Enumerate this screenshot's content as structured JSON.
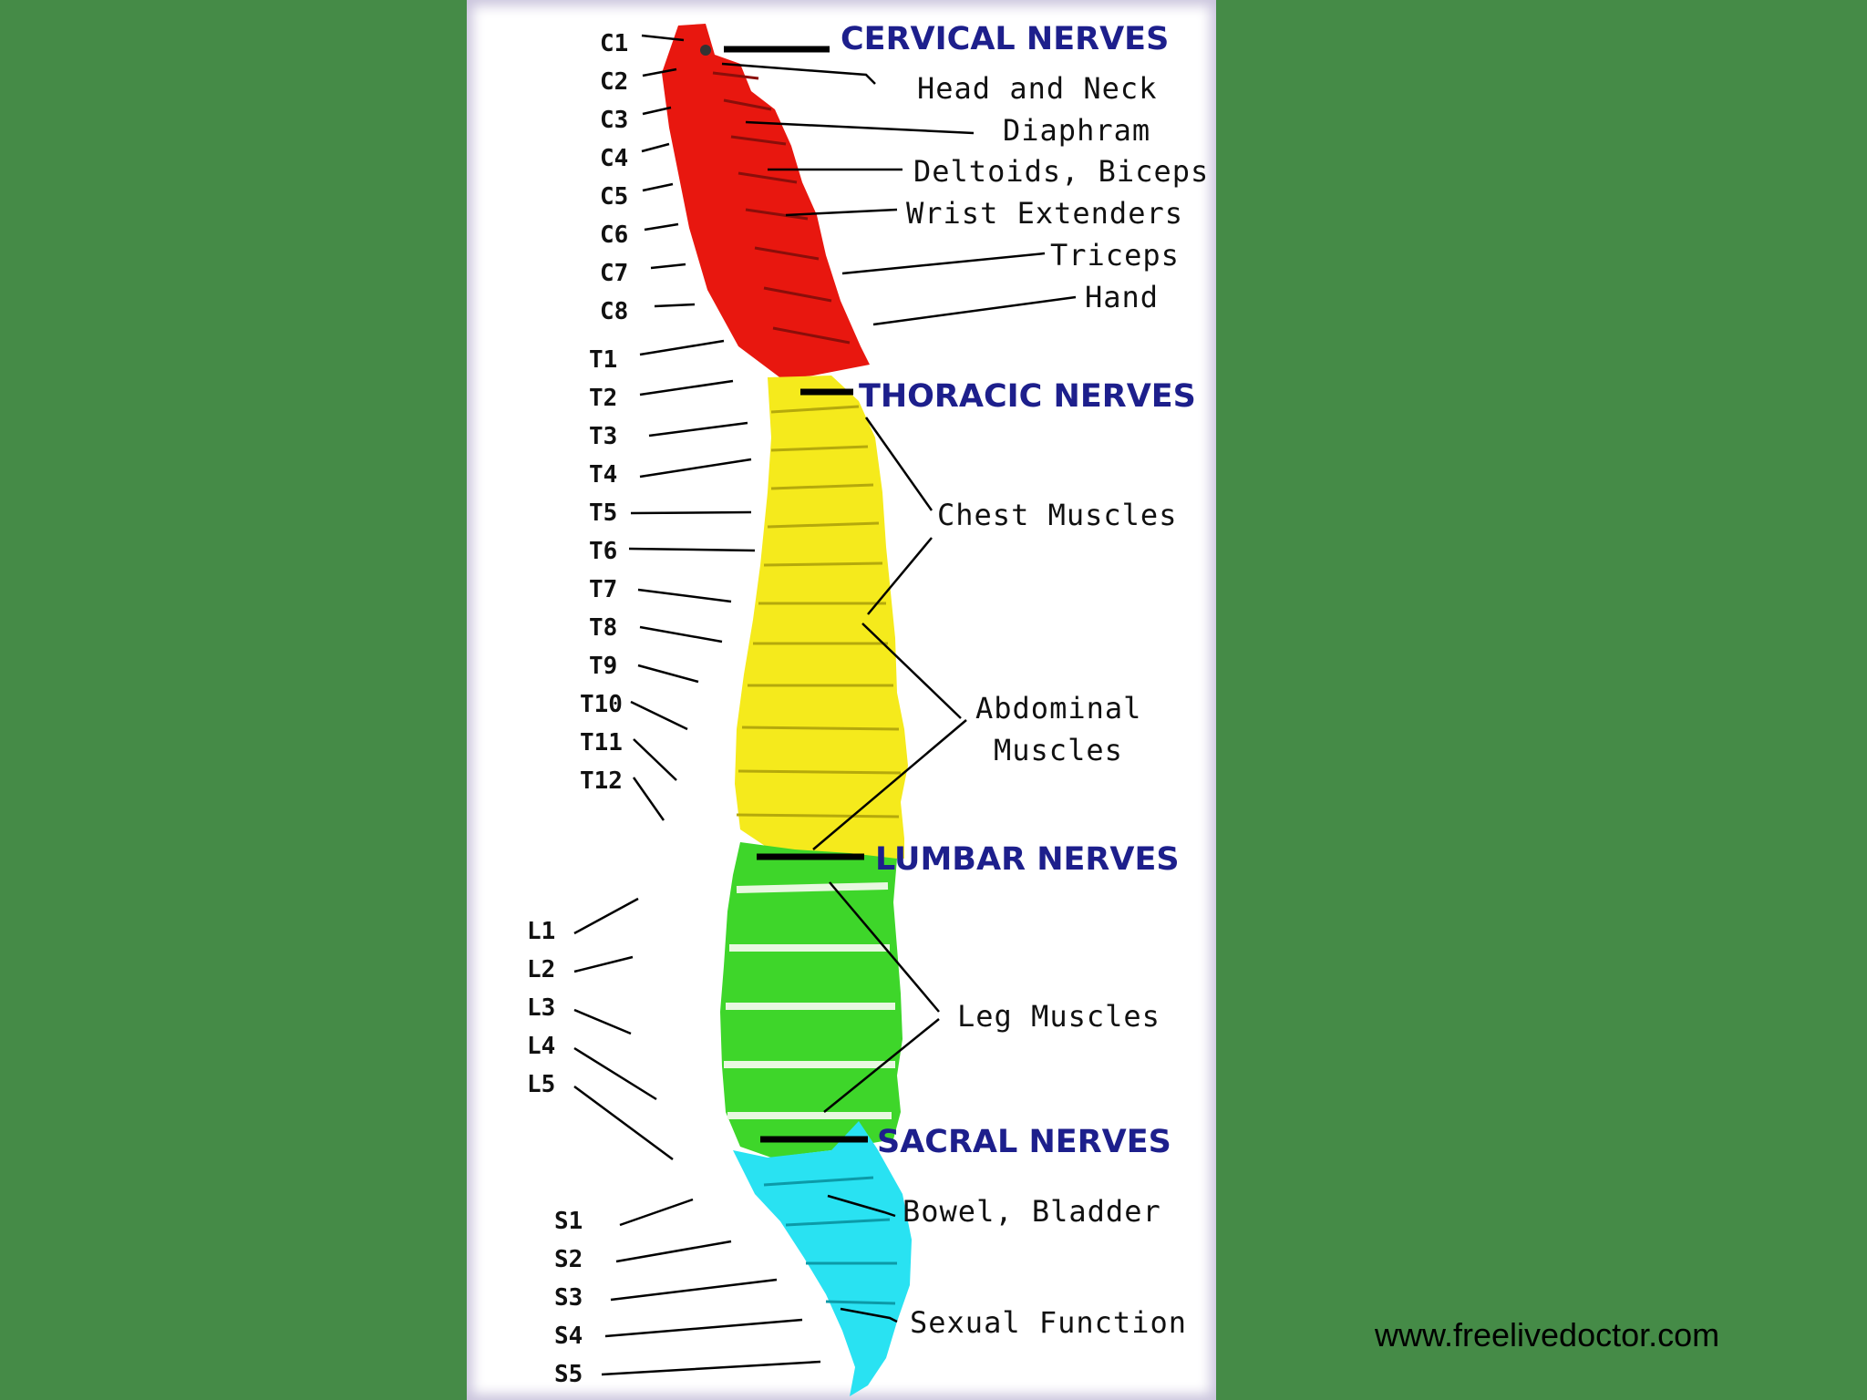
{
  "colors": {
    "background": "#458b47",
    "cervical": "#e8170f",
    "thoracic": "#f5ea1c",
    "lumbar": "#3ed62a",
    "sacral": "#29e2f2",
    "heading": "#1d1f8c"
  },
  "headings": {
    "cervical": "CERVICAL NERVES",
    "thoracic": "THORACIC NERVES",
    "lumbar": "LUMBAR NERVES",
    "sacral": "SACRAL NERVES"
  },
  "functions": {
    "head_neck": "Head and Neck",
    "diaphram": "Diaphram",
    "deltoids": "Deltoids, Biceps",
    "wrist": "Wrist Extenders",
    "triceps": "Triceps",
    "hand": "Hand",
    "chest": "Chest Muscles",
    "abdominal_1": "Abdominal",
    "abdominal_2": "Muscles",
    "leg": "Leg Muscles",
    "bowel": "Bowel,  Bladder",
    "sexual": "Sexual Function"
  },
  "vertebrae": {
    "cervical": [
      "C1",
      "C2",
      "C3",
      "C4",
      "C5",
      "C6",
      "C7",
      "C8"
    ],
    "thoracic": [
      "T1",
      "T2",
      "T3",
      "T4",
      "T5",
      "T6",
      "T7",
      "T8",
      "T9",
      "T10",
      "T11",
      "T12"
    ],
    "lumbar": [
      "L1",
      "L2",
      "L3",
      "L4",
      "L5"
    ],
    "sacral": [
      "S1",
      "S2",
      "S3",
      "S4",
      "S5"
    ]
  },
  "footer": {
    "website": "www.freelivedoctor.com"
  }
}
